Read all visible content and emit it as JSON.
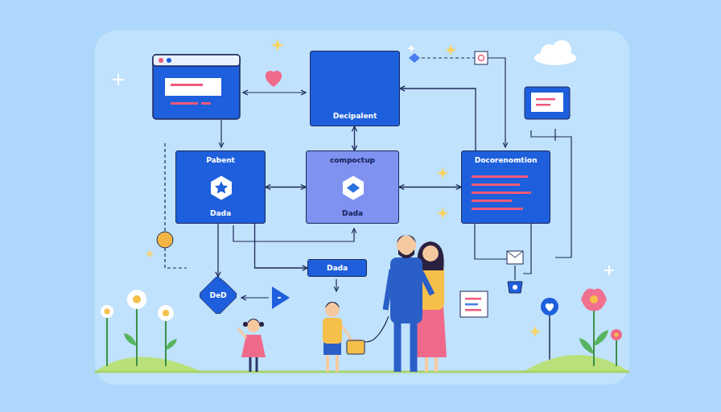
{
  "diagram": {
    "nodes": [
      {
        "text": [
          "Decipalent"
        ]
      },
      {
        "text": [
          "Pabent",
          "Dada"
        ]
      },
      {
        "text": [
          "compoctup",
          "Dada"
        ]
      },
      {
        "text": [
          "Docorenomtion"
        ]
      },
      {
        "text": [
          "Dada"
        ]
      },
      {
        "text": [
          "DeD"
        ]
      }
    ],
    "edges": [
      {
        "from": 0,
        "to": 2,
        "arrow": "both"
      },
      {
        "from": 1,
        "to": 2,
        "arrow": "both"
      },
      {
        "from": 2,
        "to": 3,
        "arrow": "both"
      },
      {
        "from": 3,
        "to": 0,
        "arrow": "to"
      },
      {
        "from": 1,
        "to": 4,
        "arrow": "to"
      },
      {
        "from": 1,
        "to": 5,
        "arrow": "to"
      }
    ]
  }
}
